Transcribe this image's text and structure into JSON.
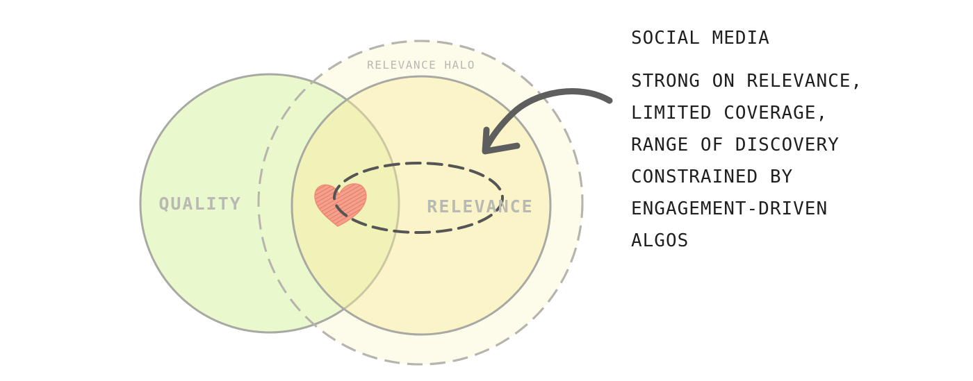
{
  "diagram": {
    "quality_label": "QUALITY",
    "relevance_label": "RELEVANCE",
    "halo_label": "RELEVANCE HALO"
  },
  "annotation": {
    "title": "SOCIAL MEDIA",
    "body": "STRONG ON RELEVANCE,\nLIMITED COVERAGE,\nRANGE OF DISCOVERY\nCONSTRAINED BY\nENGAGEMENT-DRIVEN\nALGOS"
  },
  "colors": {
    "quality_fill": "#eaf8cf",
    "relevance_fill": "#fbf1c0",
    "halo_fill": "#fdfbe8",
    "outline": "#a9a9a3",
    "heart": "#f08a70",
    "arrow": "#5e5e5e",
    "text": "#1f1f1f"
  },
  "icons": {
    "heart": "heart-icon",
    "arrow": "curved-arrow-icon"
  }
}
